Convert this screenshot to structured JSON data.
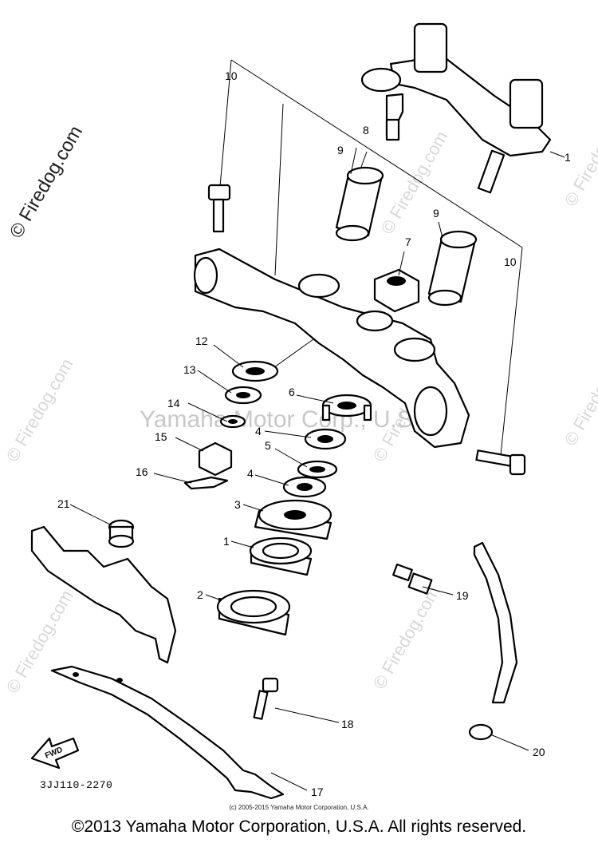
{
  "watermarks": {
    "side": "© Firedog.com",
    "center": "Yamaha Motor Corp., U.S.A."
  },
  "callouts": {
    "c1a": "1",
    "c1b": "1",
    "c2": "2",
    "c3": "3",
    "c4": "4",
    "c4b": "4",
    "c5": "5",
    "c6": "6",
    "c7": "7",
    "c8": "8",
    "c9a": "9",
    "c9b": "9",
    "c10a": "10",
    "c10b": "10",
    "c12": "12",
    "c13": "13",
    "c14": "14",
    "c15": "15",
    "c16": "16",
    "c17": "17",
    "c18": "18",
    "c19": "19",
    "c20": "20",
    "c21": "21"
  },
  "fwd_label": "FWD",
  "drawing_code": "3JJ110-2270",
  "small_credit": "(c) 2005-2015 Yamaha Motor Corporation, U.S.A.",
  "footer": "©2013 Yamaha Motor Corporation, U.S.A. All rights reserved."
}
